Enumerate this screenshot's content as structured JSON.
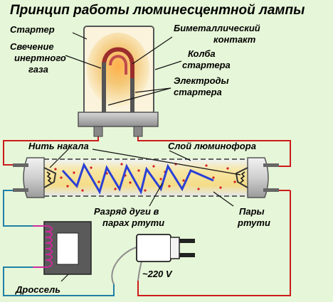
{
  "title": "Принцип работы люминесцентной лампы",
  "labels": {
    "starter": "Стартер",
    "glow_line1": "Свечение",
    "glow_line2": "инертного",
    "glow_line3": "газа",
    "bimetal_line1": "Биметаллический",
    "bimetal_line2": "контакт",
    "bulb_line1": "Колба",
    "bulb_line2": "стартера",
    "electrodes_line1": "Электроды",
    "electrodes_line2": "стартера",
    "filament": "Нить накала",
    "phosphor": "Слой люминофора",
    "arc_line1": "Разряд дуги в",
    "arc_line2": "парах ртути",
    "vapor_line1": "Пары",
    "vapor_line2": "ртути",
    "voltage": "~220 V",
    "choke": "Дроссель"
  },
  "colors": {
    "background": "#e6f6d8",
    "wire_red": "#cc1b1b",
    "wire_blue": "#1f7fa6",
    "arc": "#2a3fd6",
    "tube_fill": "#f4e39a",
    "mercury_dots": "#d42020",
    "metal": "#8c8c8c"
  },
  "icons": {
    "starter": "starter-icon",
    "lamp": "fluorescent-tube-icon",
    "choke": "choke-icon",
    "plug": "plug-icon"
  }
}
